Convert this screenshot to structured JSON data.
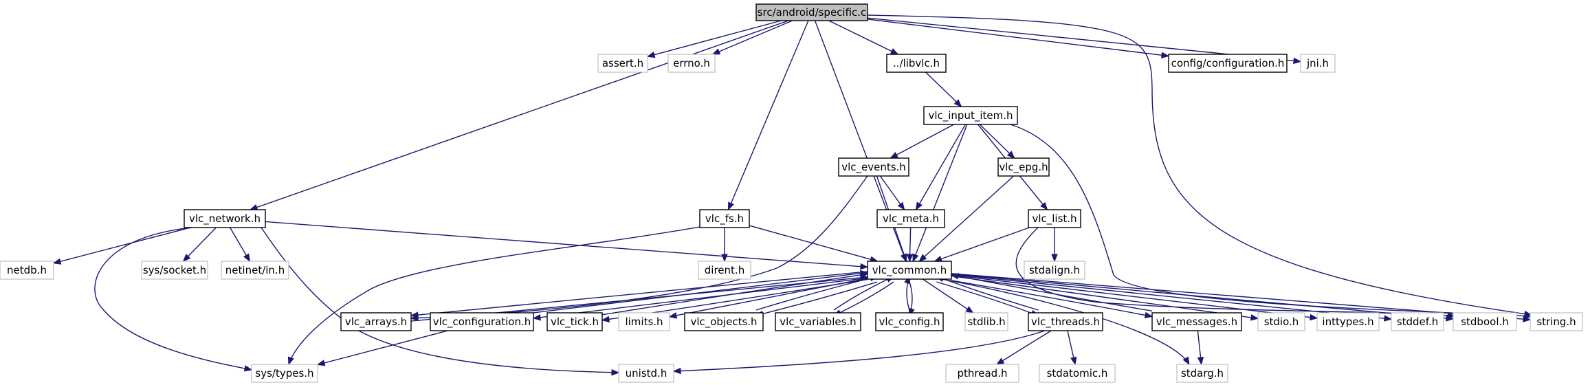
{
  "diagram": {
    "type": "include-dependency-graph",
    "nodes": [
      {
        "id": "root",
        "label": "src/android/specific.c",
        "kind": "root"
      },
      {
        "id": "assert",
        "label": "assert.h",
        "kind": "system"
      },
      {
        "id": "errno",
        "label": "errno.h",
        "kind": "system"
      },
      {
        "id": "libvlc",
        "label": "../libvlc.h",
        "kind": "project"
      },
      {
        "id": "configuration",
        "label": "config/configuration.h",
        "kind": "project"
      },
      {
        "id": "jni",
        "label": "jni.h",
        "kind": "system"
      },
      {
        "id": "vlc_input_item",
        "label": "vlc_input_item.h",
        "kind": "project"
      },
      {
        "id": "vlc_events",
        "label": "vlc_events.h",
        "kind": "project"
      },
      {
        "id": "vlc_epg",
        "label": "vlc_epg.h",
        "kind": "project"
      },
      {
        "id": "vlc_network",
        "label": "vlc_network.h",
        "kind": "project"
      },
      {
        "id": "vlc_fs",
        "label": "vlc_fs.h",
        "kind": "project"
      },
      {
        "id": "vlc_meta",
        "label": "vlc_meta.h",
        "kind": "project"
      },
      {
        "id": "vlc_list",
        "label": "vlc_list.h",
        "kind": "project"
      },
      {
        "id": "netdb",
        "label": "netdb.h",
        "kind": "system"
      },
      {
        "id": "sys_socket",
        "label": "sys/socket.h",
        "kind": "system"
      },
      {
        "id": "netinet_in",
        "label": "netinet/in.h",
        "kind": "system"
      },
      {
        "id": "dirent",
        "label": "dirent.h",
        "kind": "system"
      },
      {
        "id": "vlc_common",
        "label": "vlc_common.h",
        "kind": "project"
      },
      {
        "id": "stdalign",
        "label": "stdalign.h",
        "kind": "system"
      },
      {
        "id": "vlc_arrays",
        "label": "vlc_arrays.h",
        "kind": "project"
      },
      {
        "id": "vlc_configuration",
        "label": "vlc_configuration.h",
        "kind": "project"
      },
      {
        "id": "vlc_tick",
        "label": "vlc_tick.h",
        "kind": "project"
      },
      {
        "id": "limits",
        "label": "limits.h",
        "kind": "system"
      },
      {
        "id": "vlc_objects",
        "label": "vlc_objects.h",
        "kind": "project"
      },
      {
        "id": "vlc_variables",
        "label": "vlc_variables.h",
        "kind": "project"
      },
      {
        "id": "vlc_config",
        "label": "vlc_config.h",
        "kind": "project"
      },
      {
        "id": "stdlib",
        "label": "stdlib.h",
        "kind": "system"
      },
      {
        "id": "vlc_threads",
        "label": "vlc_threads.h",
        "kind": "project"
      },
      {
        "id": "vlc_messages",
        "label": "vlc_messages.h",
        "kind": "project"
      },
      {
        "id": "stdio",
        "label": "stdio.h",
        "kind": "system"
      },
      {
        "id": "inttypes",
        "label": "inttypes.h",
        "kind": "system"
      },
      {
        "id": "stddef",
        "label": "stddef.h",
        "kind": "system"
      },
      {
        "id": "stdbool",
        "label": "stdbool.h",
        "kind": "system"
      },
      {
        "id": "string",
        "label": "string.h",
        "kind": "system"
      },
      {
        "id": "sys_types",
        "label": "sys/types.h",
        "kind": "system"
      },
      {
        "id": "unistd",
        "label": "unistd.h",
        "kind": "system"
      },
      {
        "id": "pthread",
        "label": "pthread.h",
        "kind": "system"
      },
      {
        "id": "stdatomic",
        "label": "stdatomic.h",
        "kind": "system"
      },
      {
        "id": "stdarg",
        "label": "stdarg.h",
        "kind": "system"
      }
    ],
    "edges": [
      [
        "root",
        "assert"
      ],
      [
        "root",
        "errno"
      ],
      [
        "root",
        "libvlc"
      ],
      [
        "root",
        "configuration"
      ],
      [
        "root",
        "jni"
      ],
      [
        "root",
        "vlc_network"
      ],
      [
        "root",
        "vlc_fs"
      ],
      [
        "root",
        "vlc_common"
      ],
      [
        "root",
        "string"
      ],
      [
        "libvlc",
        "vlc_input_item"
      ],
      [
        "vlc_input_item",
        "vlc_events"
      ],
      [
        "vlc_input_item",
        "vlc_epg"
      ],
      [
        "vlc_input_item",
        "vlc_meta"
      ],
      [
        "vlc_input_item",
        "vlc_list"
      ],
      [
        "vlc_input_item",
        "vlc_common"
      ],
      [
        "vlc_input_item",
        "string"
      ],
      [
        "vlc_events",
        "vlc_meta"
      ],
      [
        "vlc_events",
        "vlc_common"
      ],
      [
        "vlc_events",
        "vlc_arrays"
      ],
      [
        "vlc_epg",
        "vlc_common"
      ],
      [
        "vlc_meta",
        "vlc_common"
      ],
      [
        "vlc_list",
        "vlc_common"
      ],
      [
        "vlc_list",
        "stdalign"
      ],
      [
        "vlc_list",
        "stdbool"
      ],
      [
        "vlc_network",
        "netdb"
      ],
      [
        "vlc_network",
        "sys_socket"
      ],
      [
        "vlc_network",
        "netinet_in"
      ],
      [
        "vlc_network",
        "vlc_common"
      ],
      [
        "vlc_network",
        "sys_types"
      ],
      [
        "vlc_network",
        "unistd"
      ],
      [
        "vlc_fs",
        "dirent"
      ],
      [
        "vlc_fs",
        "vlc_common"
      ],
      [
        "vlc_fs",
        "sys_types"
      ],
      [
        "vlc_common",
        "vlc_arrays"
      ],
      [
        "vlc_common",
        "vlc_configuration"
      ],
      [
        "vlc_common",
        "vlc_tick"
      ],
      [
        "vlc_common",
        "limits"
      ],
      [
        "vlc_common",
        "vlc_objects"
      ],
      [
        "vlc_common",
        "vlc_variables"
      ],
      [
        "vlc_common",
        "vlc_config"
      ],
      [
        "vlc_common",
        "stdlib"
      ],
      [
        "vlc_common",
        "vlc_threads"
      ],
      [
        "vlc_common",
        "vlc_messages"
      ],
      [
        "vlc_common",
        "stdio"
      ],
      [
        "vlc_common",
        "inttypes"
      ],
      [
        "vlc_common",
        "stddef"
      ],
      [
        "vlc_common",
        "stdbool"
      ],
      [
        "vlc_common",
        "string"
      ],
      [
        "vlc_common",
        "stdarg"
      ],
      [
        "vlc_arrays",
        "vlc_common"
      ],
      [
        "vlc_configuration",
        "vlc_common"
      ],
      [
        "vlc_configuration",
        "sys_types"
      ],
      [
        "vlc_tick",
        "vlc_common"
      ],
      [
        "vlc_objects",
        "vlc_common"
      ],
      [
        "vlc_variables",
        "vlc_common"
      ],
      [
        "vlc_config",
        "vlc_common"
      ],
      [
        "vlc_threads",
        "vlc_common"
      ],
      [
        "vlc_threads",
        "unistd"
      ],
      [
        "vlc_threads",
        "pthread"
      ],
      [
        "vlc_threads",
        "stdatomic"
      ],
      [
        "vlc_messages",
        "vlc_common"
      ],
      [
        "vlc_messages",
        "stdarg"
      ]
    ]
  }
}
